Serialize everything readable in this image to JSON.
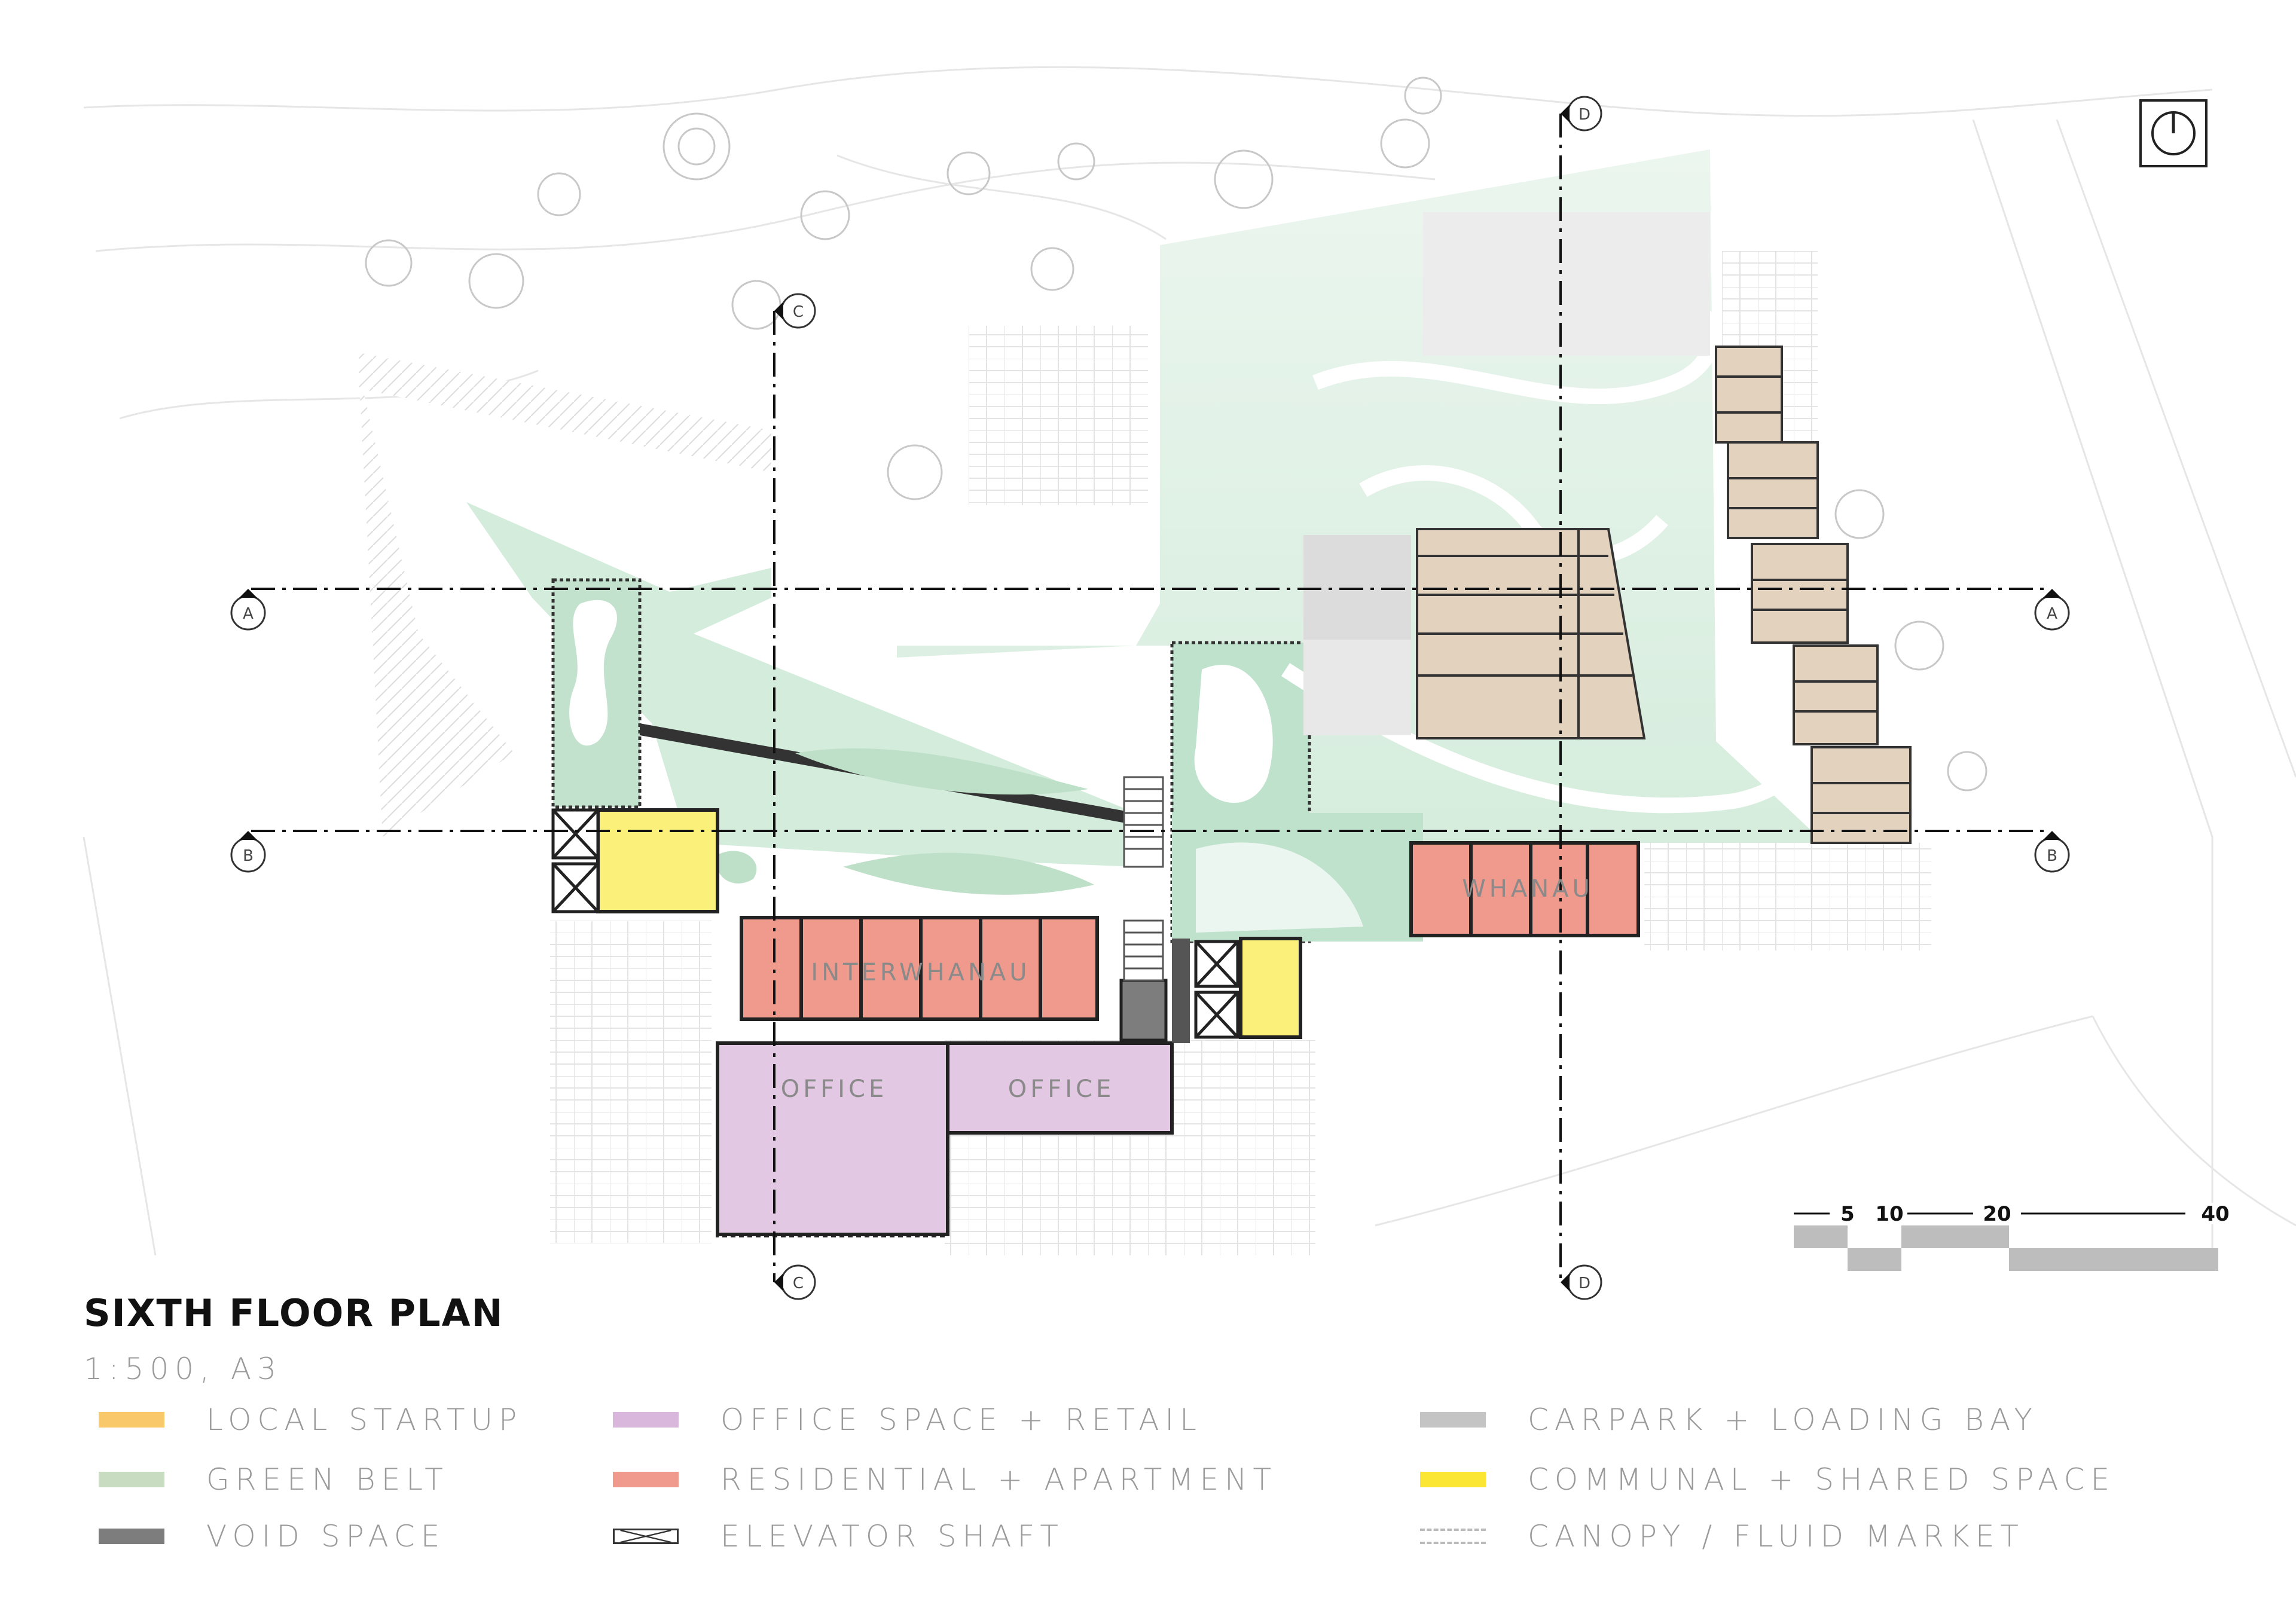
{
  "title": "SIXTH FLOOR PLAN",
  "scale": "1:500, A3",
  "grid_labels": {
    "a": "A",
    "b": "B",
    "c": "C",
    "d": "D"
  },
  "room_labels": {
    "interwhanau": "INTERWHANAU",
    "whanau": "WHANAU",
    "office_1": "OFFICE",
    "office_2": "OFFICE"
  },
  "scale_bar": {
    "labels": [
      "5",
      "10",
      "20",
      "40"
    ],
    "unit_ticks": [
      0,
      5,
      10,
      20,
      40
    ]
  },
  "legend": [
    {
      "label": "LOCAL STARTUP",
      "color": "#f9c86a",
      "pattern": "solid"
    },
    {
      "label": "GREEN BELT",
      "color": "#c7dcc1",
      "pattern": "solid"
    },
    {
      "label": "VOID SPACE",
      "color": "#7d7d7d",
      "pattern": "solid"
    },
    {
      "label": "OFFICE SPACE + RETAIL",
      "color": "#d9b6dc",
      "pattern": "solid"
    },
    {
      "label": "RESIDENTIAL + APARTMENT",
      "color": "#ef9a8c",
      "pattern": "solid"
    },
    {
      "label": "ELEVATOR SHAFT",
      "color": "#333333",
      "pattern": "cross"
    },
    {
      "label": "CARPARK + LOADING BAY",
      "color": "#c4c4c4",
      "pattern": "solid"
    },
    {
      "label": "COMMUNAL + SHARED SPACE",
      "color": "#fbe633",
      "pattern": "solid"
    },
    {
      "label": "CANOPY / FLUID  MARKET",
      "color": "#bbbbbb",
      "pattern": "dashed"
    }
  ],
  "colors": {
    "green": "#c7e8d3",
    "green_dark": "#b6dcc6",
    "residential": "#ef9a8c",
    "office": "#e3c8e3",
    "communal": "#fbf07a",
    "tan": "#e2d2be",
    "void": "#7d7d7d",
    "line": "#222222",
    "faint": "#d8d8d8"
  }
}
